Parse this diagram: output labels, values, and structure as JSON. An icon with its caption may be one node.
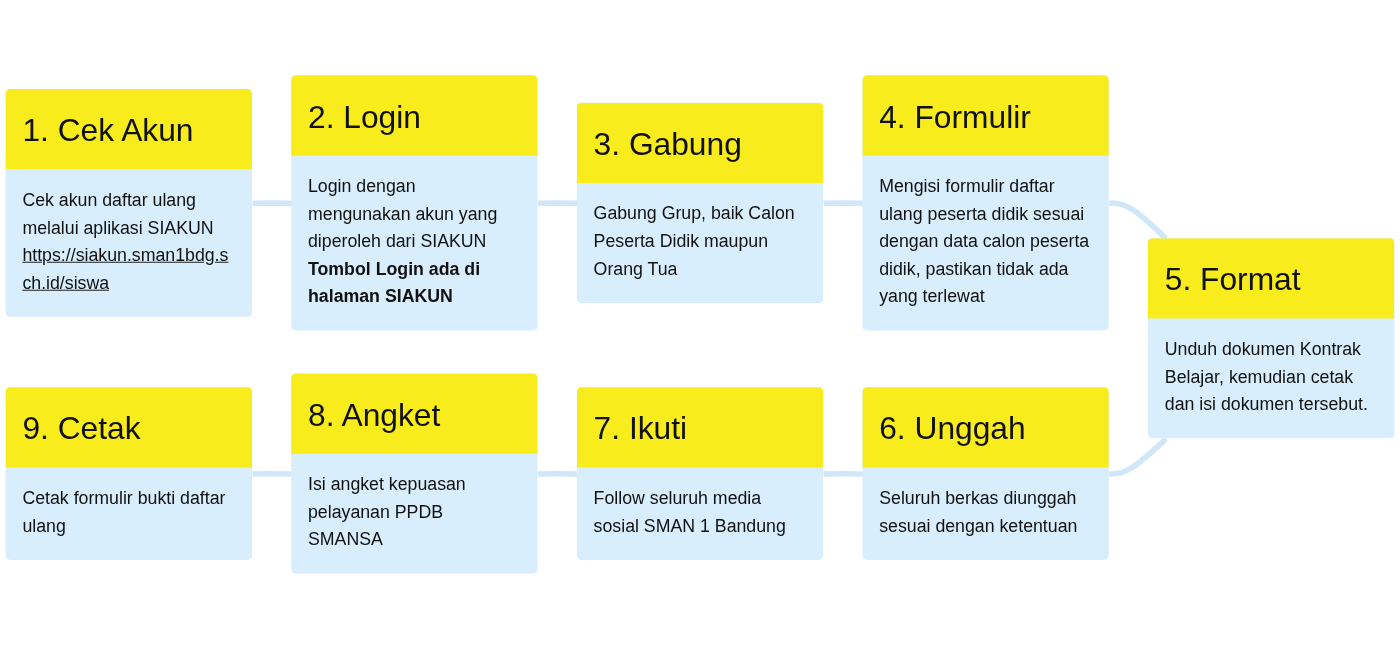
{
  "diagram": {
    "nodes": [
      {
        "text": [
          "1. Cek Akun",
          "Cek akun daftar ulang melalui aplikasi SIAKUN",
          "https://siakun.sman1bdg.sch.id/siswa"
        ]
      },
      {
        "text": [
          "2. Login",
          "Login dengan mengunakan akun yang diperoleh dari SIAKUN",
          "Tombol Login ada di halaman SIAKUN"
        ]
      },
      {
        "text": [
          "3. Gabung",
          "Gabung Grup, baik Calon Peserta Didik maupun Orang Tua"
        ]
      },
      {
        "text": [
          "4. Formulir",
          "Mengisi formulir daftar ulang peserta didik sesuai dengan data calon peserta didik, pastikan tidak ada yang terlewat"
        ]
      },
      {
        "text": [
          "5. Format",
          "Unduh dokumen Kontrak Belajar, kemudian cetak dan isi dokumen tersebut."
        ]
      },
      {
        "text": [
          "6. Unggah",
          "Seluruh berkas diunggah sesuai dengan ketentuan"
        ]
      },
      {
        "text": [
          "7. Ikuti",
          "Follow seluruh media sosial SMAN 1 Bandung"
        ]
      },
      {
        "text": [
          "8. Angket",
          "Isi angket kepuasan pelayanan PPDB SMANSA"
        ]
      },
      {
        "text": [
          "9. Cetak",
          "Cetak formulir bukti daftar ulang"
        ]
      }
    ],
    "edges": [
      {
        "from": 0,
        "to": 1,
        "arrow": "none"
      },
      {
        "from": 1,
        "to": 2,
        "arrow": "none"
      },
      {
        "from": 2,
        "to": 3,
        "arrow": "none"
      },
      {
        "from": 3,
        "to": 4,
        "arrow": "none"
      },
      {
        "from": 5,
        "to": 4,
        "arrow": "none"
      },
      {
        "from": 6,
        "to": 5,
        "arrow": "none"
      },
      {
        "from": 7,
        "to": 6,
        "arrow": "none"
      },
      {
        "from": 8,
        "to": 7,
        "arrow": "none"
      }
    ]
  }
}
